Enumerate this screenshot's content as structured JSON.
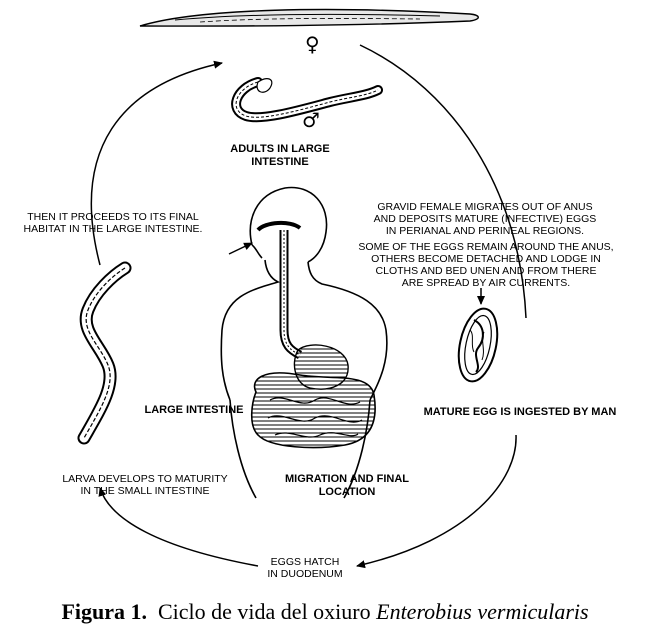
{
  "labels": {
    "adults": "ADULTS IN LARGE\nINTESTINE",
    "gravid": "GRAVID FEMALE MIGRATES OUT OF ANUS\nAND DEPOSITS MATURE (INFECTIVE) EGGS\nIN PERIANAL AND PERINEAL REGIONS.",
    "spread": "SOME OF THE EGGS REMAIN AROUND THE ANUS,\nOTHERS BECOME DETACHED AND LODGE IN\nCLOTHS AND BED UNEN AND FROM THERE\nARE SPREAD BY AIR CURRENTS.",
    "proceeds": "THEN IT PROCEEDS TO ITS FINAL\nHABITAT IN THE LARGE INTESTINE.",
    "large_intestine": "LARGE INTESTINE",
    "mature_egg": "MATURE EGG IS INGESTED BY MAN",
    "larva": "LARVA DEVELOPS TO MATURITY\nIN THE SMALL INTESTINE",
    "migration": "MIGRATION AND FINAL\nLOCATION",
    "hatch": "EGGS HATCH\nIN DUODENUM"
  },
  "symbols": {
    "female": "♀",
    "male": "♂"
  },
  "caption": {
    "number": "Figura 1.",
    "text": "Ciclo de vida del oxiuro",
    "species": "Enterobius vermicularis"
  }
}
